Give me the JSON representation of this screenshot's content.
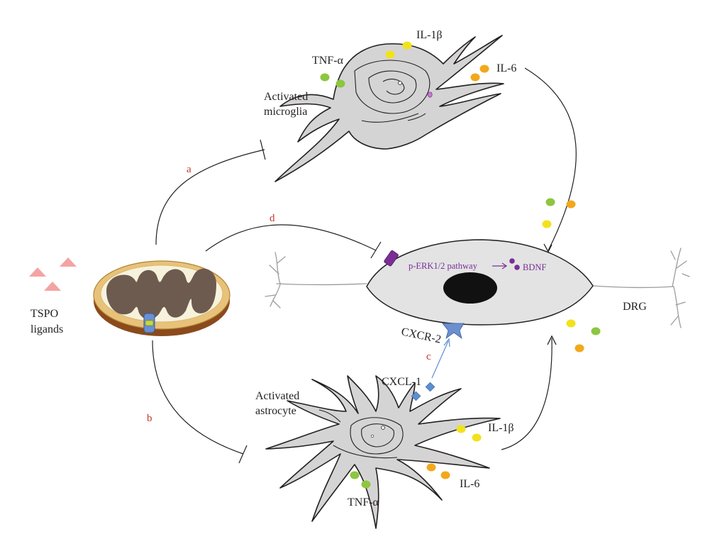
{
  "labels": {
    "tspo_line1": "TSPO",
    "tspo_line2": "ligands",
    "microglia_line1": "Activated",
    "microglia_line2": "microglia",
    "astrocyte_line1": "Activated",
    "astrocyte_line2": "astrocyte",
    "tnf_top": "TNF-α",
    "il1b_top": "IL-1β",
    "il6_top": "IL-6",
    "tnf_bottom": "TNF-α",
    "il1b_bottom": "IL-1β",
    "il6_bottom": "IL-6",
    "cxcl1": "CXCL-1",
    "cxcr2": "CXCR-2",
    "perk": "p-ERK1/2 pathway",
    "bdnf": "BDNF",
    "drg": "DRG"
  },
  "pathway_letters": {
    "a": "a",
    "b": "b",
    "c": "c",
    "d": "d"
  },
  "colors": {
    "tnf": "#8dc63f",
    "il1b": "#f2e21c",
    "il6": "#f3a81b",
    "tspo_ligand": "#f4a3a3",
    "receptor": "#6b8fcf",
    "pathway_text": "#7a2e96",
    "pathway_letter": "#c8352b",
    "cell_fill": "#d4d4d4",
    "mito_outer": "#e8c27a",
    "mito_matrix": "#f7f2dc",
    "mito_cristae": "#6e5b50"
  }
}
